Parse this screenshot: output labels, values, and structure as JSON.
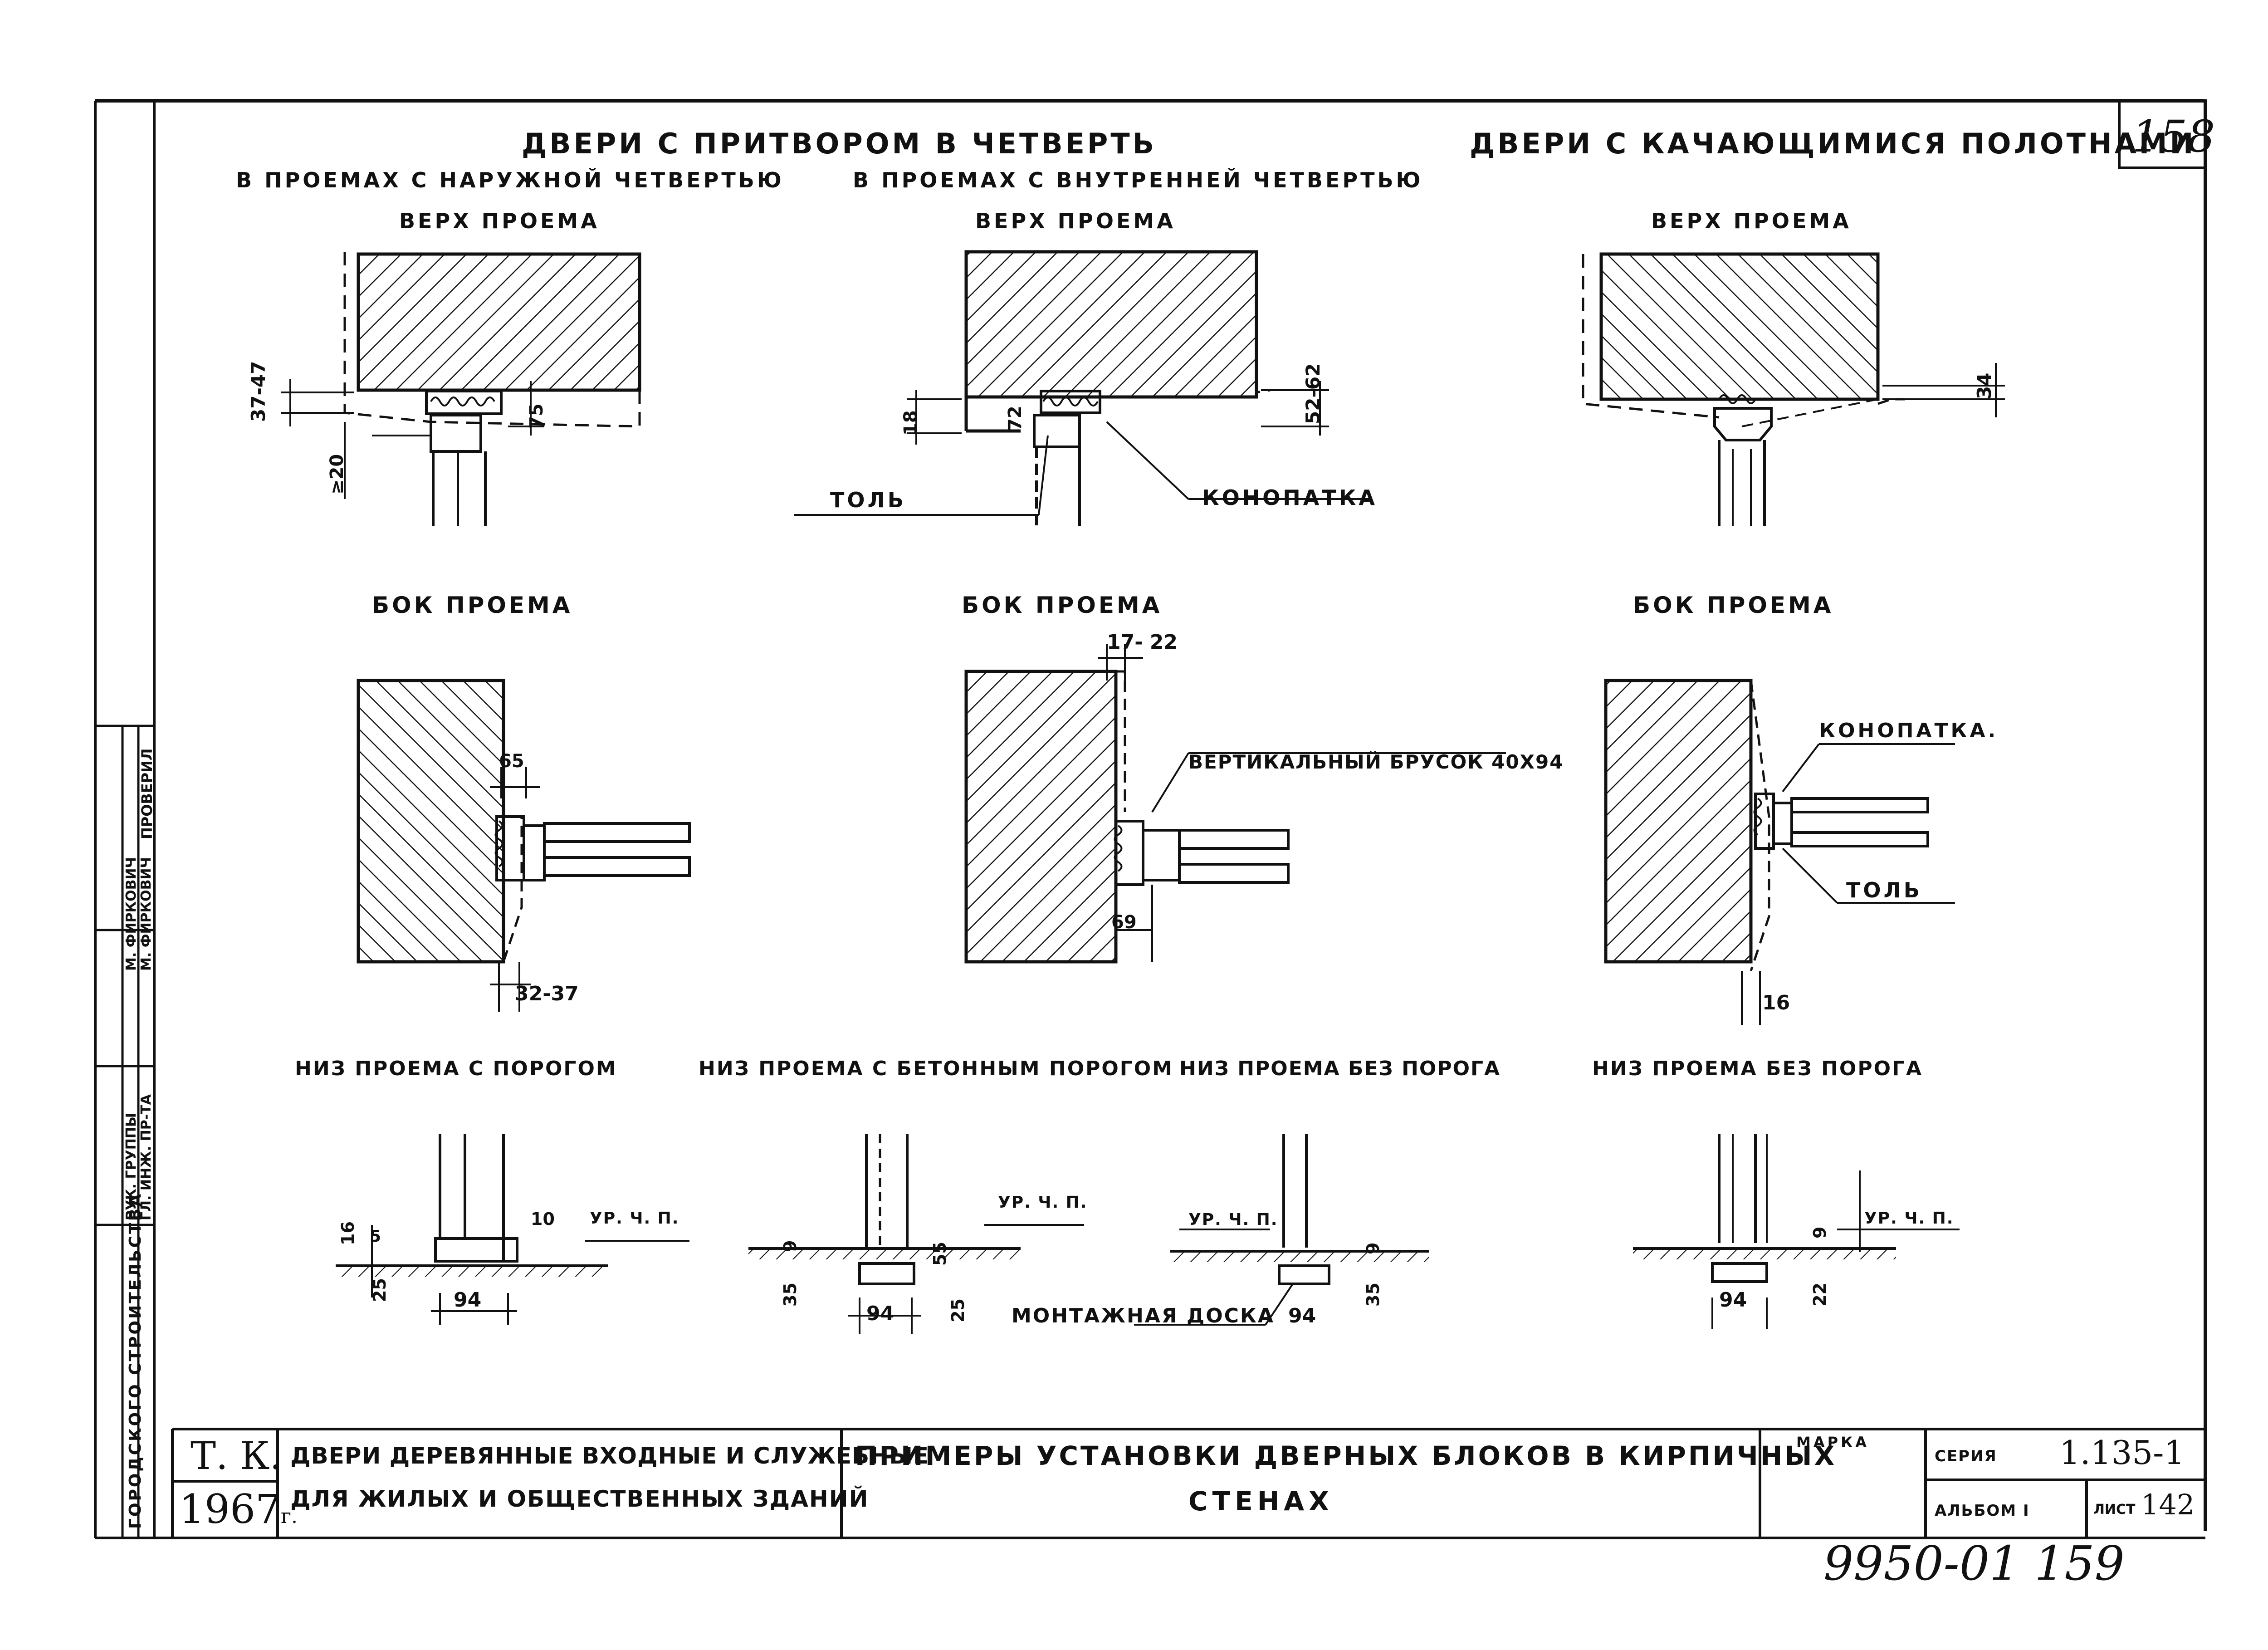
{
  "sheet_number": "158",
  "headings": {
    "rebate_doors": "ДВЕРИ С ПРИТВОРОМ В ЧЕТВЕРТЬ",
    "swing_doors": "ДВЕРИ С КАЧАЮЩИМИСЯ ПОЛОТНАМИ",
    "outer_quarter": "В ПРОЕМАХ С НАРУЖНОЙ ЧЕТВЕРТЬЮ",
    "inner_quarter": "В ПРОЕМАХ С ВНУТРЕННЕЙ ЧЕТВЕРТЬЮ"
  },
  "sections": {
    "top_1": "ВЕРХ ПРОЕМА",
    "top_2": "ВЕРХ ПРОЕМА",
    "top_3": "ВЕРХ ПРОЕМА",
    "side_1": "БОК ПРОЕМА",
    "side_2": "БОК ПРОЕМА",
    "side_3": "БОК ПРОЕМА",
    "bottom_1": "НИЗ ПРОЕМА С ПОРОГОМ",
    "bottom_2": "НИЗ ПРОЕМА С БЕТОННЫМ ПОРОГОМ",
    "bottom_3": "НИЗ ПРОЕМА БЕЗ ПОРОГА",
    "bottom_4": "НИЗ ПРОЕМА БЕЗ ПОРОГА"
  },
  "callouts": {
    "tol_top": "ТОЛЬ",
    "konopatka_top": "КОНОПАТКА",
    "brusok": "ВЕРТИКАЛЬНЫЙ БРУСОК 40X94",
    "konopatka_side": "КОНОПАТКА.",
    "tol_side": "ТОЛЬ",
    "montage_board": "МОНТАЖНАЯ ДОСКА",
    "floor_level": "УР. Ч. П."
  },
  "dims": {
    "d37_47": "37-47",
    "d20": "≥20",
    "d75": "75",
    "d18": "18",
    "d72": "72",
    "d52_62": "52-62",
    "d34": "34",
    "d65": "65",
    "d32_37": "32-37",
    "d17_22": "17- 22",
    "d69": "69",
    "d16": "16",
    "b16": "16",
    "b5": "5",
    "b25": "25",
    "b10": "10",
    "b94a": "94",
    "b9a": "9",
    "b35a": "35",
    "b55": "55",
    "b25b": "25",
    "b94b": "94",
    "b9b": "9",
    "b35b": "35",
    "b94c": "94",
    "b9c": "9",
    "b22": "22",
    "b94d": "94"
  },
  "title_block": {
    "org_left": "Т. К.",
    "year": "1967",
    "year_suffix": "г.",
    "subject_line1": "ДВЕРИ ДЕРЕВЯННЫЕ ВХОДНЫЕ И СЛУЖЕБНЫЕ",
    "subject_line2": "ДЛЯ ЖИЛЫХ И ОБЩЕСТВЕННЫХ ЗДАНИЙ",
    "title_line1": "ПРИМЕРЫ УСТАНОВКИ ДВЕРНЫХ БЛОКОВ В КИРПИЧНЫХ",
    "title_line2": "СТЕНАХ",
    "marka_label": "МАРКА",
    "series_label": "СЕРИЯ",
    "series_value": "1.135-1",
    "album_label": "АЛЬБОМ I",
    "sheet_label": "ЛИСТ",
    "sheet_value": "142"
  },
  "stamp_side": {
    "checked": "ПРОВЕРИЛ",
    "author1": "М. ФИРКОВИЧ",
    "author2": "М. ФИРКОВИЧ",
    "role1": "РУК. ГРУППЫ",
    "role2": "ГЛ. ИНЖ. ПР-ТА",
    "institute": "ГОРОДСКОГО СТРОИТЕЛЬСТВА"
  },
  "archive_number": "9950-01 159"
}
